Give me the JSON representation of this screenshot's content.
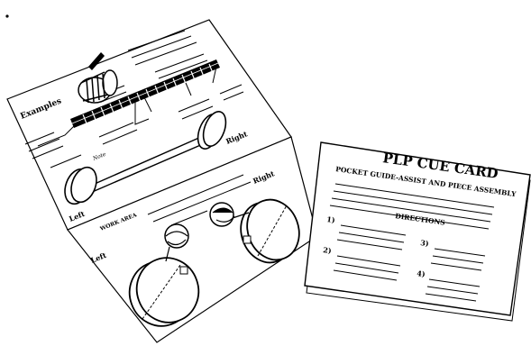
{
  "instruction_sheet": {
    "examples_label": "Examples",
    "right_label_upper": "Right",
    "right_label_lower": "Right",
    "left_label_upper": "Left",
    "left_label_lower": "Left",
    "work_label": "WORK AREA",
    "note_label": "Note"
  },
  "cue_card": {
    "title": "PLP CUE CARD",
    "subtitle": "POCKET GUIDE-ASSIST AND PIECE ASSEMBLY",
    "section_heading": "DIRECTIONS",
    "steps": [
      "1)",
      "2)",
      "3)",
      "4)"
    ]
  },
  "colors": {
    "ink": "#000000",
    "paper": "#ffffff"
  }
}
